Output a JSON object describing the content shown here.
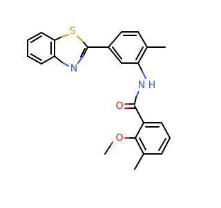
{
  "structure": {
    "atoms": {
      "sulfur": {
        "symbol": "S",
        "color": "#C6A600"
      },
      "thiazole_nitrogen": {
        "symbol": "N",
        "color": "#3050F8"
      },
      "amide_nh": {
        "symbol": "N",
        "color": "#3050F8"
      },
      "amide_h": {
        "symbol": "H",
        "color": "#3050F8"
      },
      "carbonyl_oxygen": {
        "symbol": "O",
        "color": "#FF0D0D"
      },
      "ether_oxygen": {
        "symbol": "O",
        "color": "#FF0D0D"
      }
    },
    "bond_color": "#000000"
  }
}
